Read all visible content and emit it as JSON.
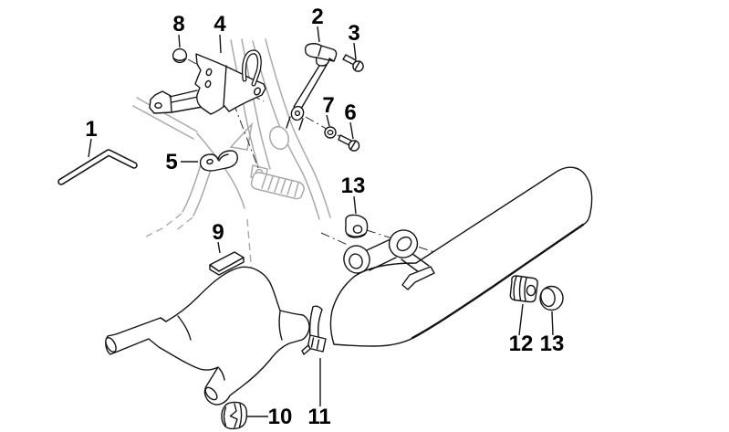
{
  "diagram": {
    "type": "exploded-parts-diagram",
    "background_color": "#ffffff",
    "part_line_color": "#141414",
    "reference_line_color": "#a9a9a9",
    "callouts": [
      {
        "id": "callout-1",
        "label": "1"
      },
      {
        "id": "callout-2",
        "label": "2"
      },
      {
        "id": "callout-3",
        "label": "3"
      },
      {
        "id": "callout-4",
        "label": "4"
      },
      {
        "id": "callout-5",
        "label": "5"
      },
      {
        "id": "callout-6",
        "label": "6"
      },
      {
        "id": "callout-7",
        "label": "7"
      },
      {
        "id": "callout-8",
        "label": "8"
      },
      {
        "id": "callout-9",
        "label": "9"
      },
      {
        "id": "callout-10",
        "label": "10"
      },
      {
        "id": "callout-11",
        "label": "11"
      },
      {
        "id": "callout-12",
        "label": "12"
      },
      {
        "id": "callout-13-upper",
        "label": "13"
      },
      {
        "id": "callout-13-lower",
        "label": "13"
      }
    ]
  }
}
